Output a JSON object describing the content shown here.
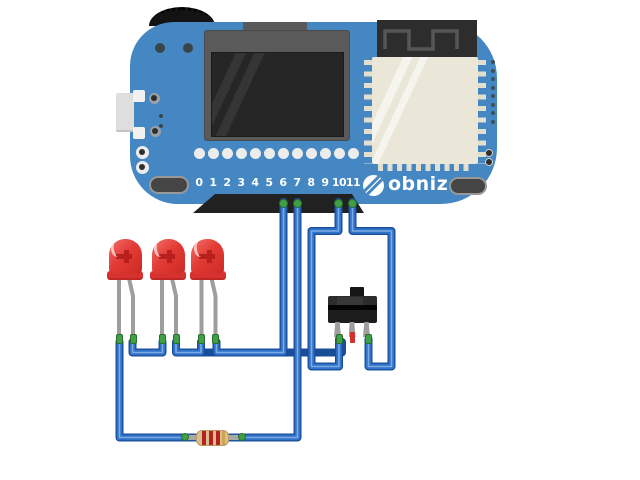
{
  "diagram": {
    "title": "obniz board wiring diagram with three LEDs, resistor and slide switch",
    "background_color": "#ffffff",
    "board": {
      "name": "obniz development board",
      "brand": "obniz",
      "color": "#4587c2",
      "pin_labels": [
        "0",
        "1",
        "2",
        "3",
        "4",
        "5",
        "6",
        "7",
        "8",
        "9",
        "10",
        "11"
      ],
      "socket_count": 12,
      "features": [
        "oled-display",
        "wifi-module",
        "usb-connector",
        "thumbwheel-knob",
        "left-button",
        "right-button"
      ]
    },
    "components": {
      "leds": {
        "count": 3,
        "body_color": "#e23a34",
        "lead_color": "#9e9e9e",
        "type": "red 5mm LED"
      },
      "resistor": {
        "body_color": "#d9bf8d",
        "band_colors": [
          "#b32121",
          "#b32121",
          "#b32121",
          "#c9a54f"
        ]
      },
      "slide_switch": {
        "pin_count": 3,
        "body_color": "#1d1d1d",
        "unused_pin_tip_color": "#cf3030"
      },
      "wire": {
        "color": "#2f72c9",
        "connector_color": "#3fa045"
      }
    },
    "connections": {
      "used_pins": [
        "6",
        "7",
        "10",
        "11"
      ],
      "pin6": "LED chain anode side",
      "pin7": "resistor / LED cathode rail",
      "pin10": "switch left pin",
      "pin11": "switch right pin"
    }
  }
}
